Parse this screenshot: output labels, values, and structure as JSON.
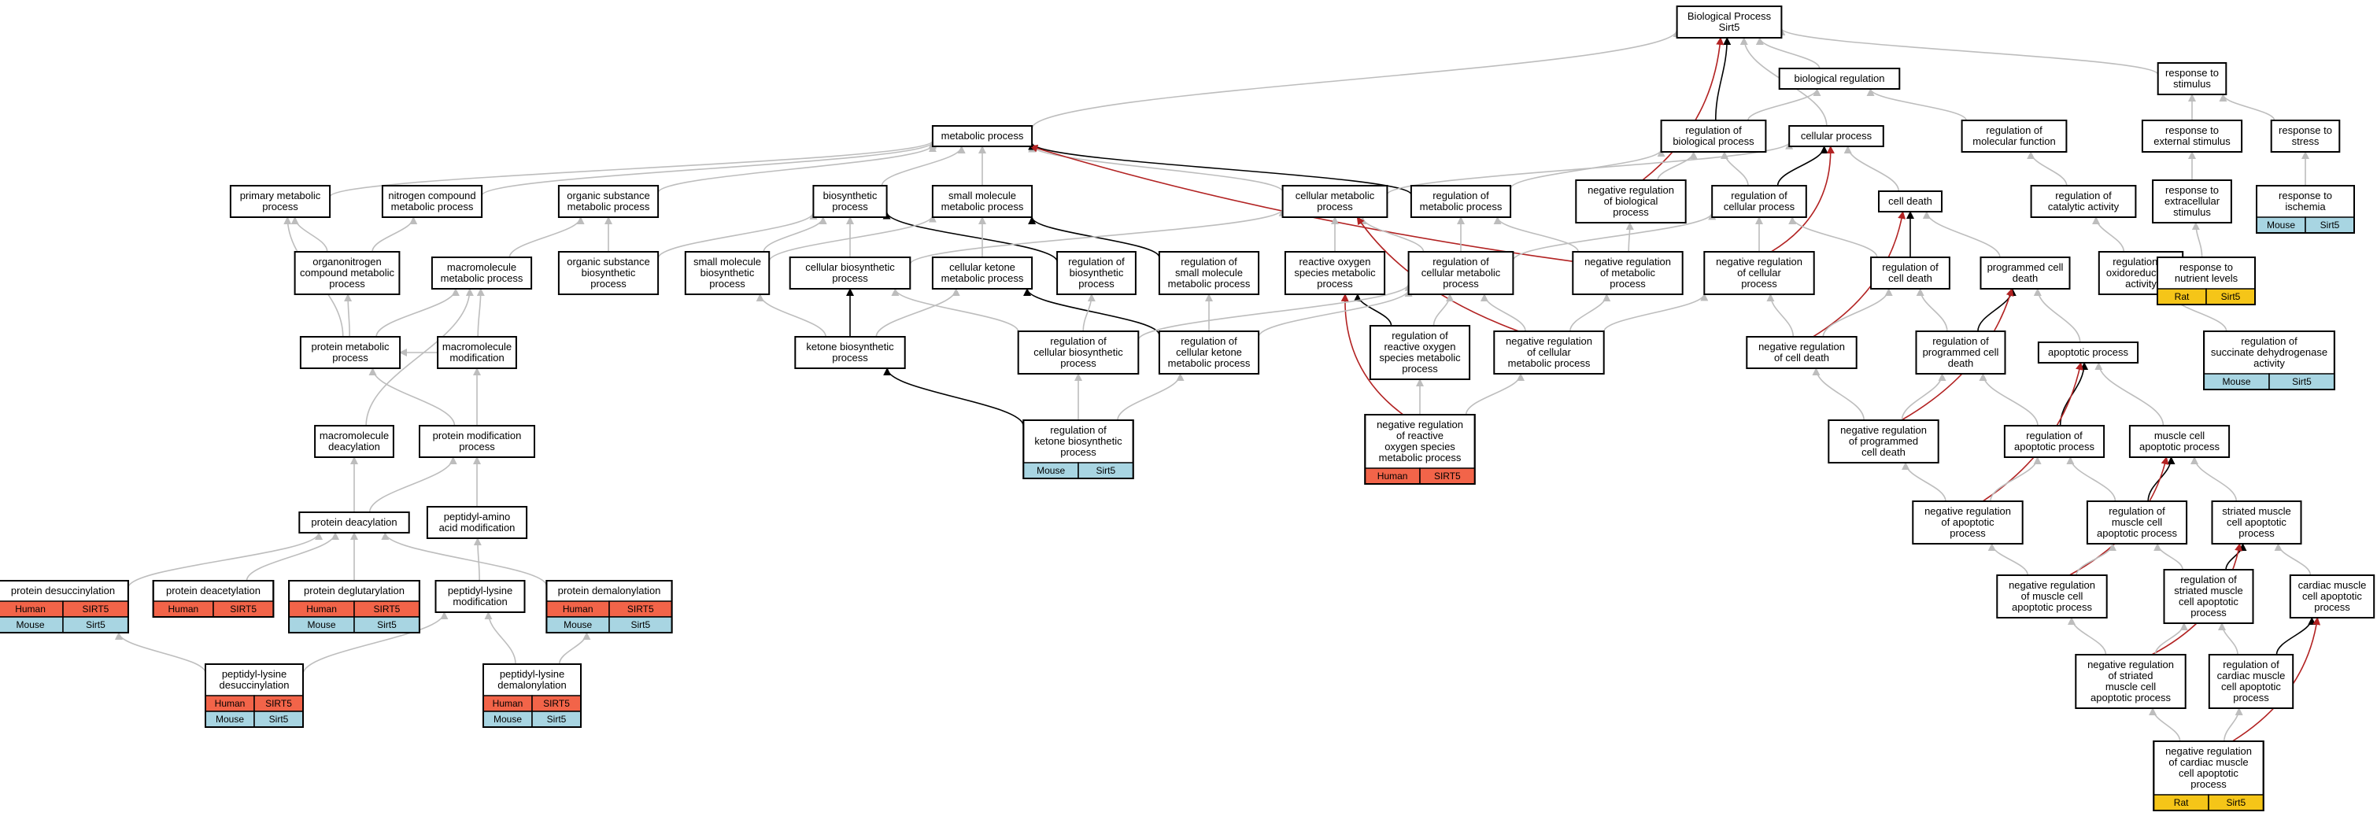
{
  "colors": {
    "edge_gray": "#bdbdbd",
    "edge_black": "#000000",
    "edge_red": "#b22222",
    "human": "#f26449",
    "mouse": "#a8d5e2",
    "rat": "#f5c518"
  },
  "nodes": [
    {
      "id": "bp",
      "lines": [
        "Biological Process",
        "Sirt5"
      ]
    },
    {
      "id": "bio_reg",
      "lines": [
        "biological regulation"
      ]
    },
    {
      "id": "resp_stim",
      "lines": [
        "response to",
        "stimulus"
      ]
    },
    {
      "id": "metabolic",
      "lines": [
        "metabolic process"
      ]
    },
    {
      "id": "reg_bio",
      "lines": [
        "regulation of",
        "biological process"
      ]
    },
    {
      "id": "cellular",
      "lines": [
        "cellular process"
      ]
    },
    {
      "id": "reg_mol_fn",
      "lines": [
        "regulation of",
        "molecular function"
      ]
    },
    {
      "id": "resp_ext",
      "lines": [
        "response to",
        "external stimulus"
      ]
    },
    {
      "id": "resp_stress",
      "lines": [
        "response to",
        "stress"
      ]
    },
    {
      "id": "primary",
      "lines": [
        "primary metabolic",
        "process"
      ]
    },
    {
      "id": "nitrogen",
      "lines": [
        "nitrogen compound",
        "metabolic process"
      ]
    },
    {
      "id": "org_sub",
      "lines": [
        "organic substance",
        "metabolic process"
      ]
    },
    {
      "id": "biosyn",
      "lines": [
        "biosynthetic",
        "process"
      ]
    },
    {
      "id": "small_mol",
      "lines": [
        "small molecule",
        "metabolic process"
      ]
    },
    {
      "id": "cell_met",
      "lines": [
        "cellular metabolic",
        "process"
      ]
    },
    {
      "id": "reg_met",
      "lines": [
        "regulation of",
        "metabolic process"
      ]
    },
    {
      "id": "neg_reg_bio",
      "lines": [
        "negative regulation",
        "of biological",
        "process"
      ]
    },
    {
      "id": "reg_cell_proc",
      "lines": [
        "regulation of",
        "cellular process"
      ]
    },
    {
      "id": "cell_death",
      "lines": [
        "cell death"
      ]
    },
    {
      "id": "reg_cat",
      "lines": [
        "regulation of",
        "catalytic activity"
      ]
    },
    {
      "id": "resp_extra",
      "lines": [
        "response to",
        "extracellular",
        "stimulus"
      ]
    },
    {
      "id": "resp_isch",
      "lines": [
        "response to",
        "ischemia"
      ],
      "tags": [
        [
          "Mouse",
          "Sirt5"
        ]
      ]
    },
    {
      "id": "organonitro",
      "lines": [
        "organonitrogen",
        "compound metabolic",
        "process"
      ]
    },
    {
      "id": "macro_met",
      "lines": [
        "macromolecule",
        "metabolic process"
      ]
    },
    {
      "id": "org_biosyn",
      "lines": [
        "organic substance",
        "biosynthetic",
        "process"
      ]
    },
    {
      "id": "small_biosyn",
      "lines": [
        "small molecule",
        "biosynthetic",
        "process"
      ]
    },
    {
      "id": "cell_biosyn",
      "lines": [
        "cellular biosynthetic",
        "process"
      ]
    },
    {
      "id": "ketone_met",
      "lines": [
        "cellular ketone",
        "metabolic process"
      ]
    },
    {
      "id": "reg_biosyn",
      "lines": [
        "regulation of",
        "biosynthetic",
        "process"
      ]
    },
    {
      "id": "reg_small",
      "lines": [
        "regulation of",
        "small molecule",
        "metabolic process"
      ]
    },
    {
      "id": "ros_met",
      "lines": [
        "reactive oxygen",
        "species metabolic",
        "process"
      ]
    },
    {
      "id": "reg_cell_met",
      "lines": [
        "regulation of",
        "cellular metabolic",
        "process"
      ]
    },
    {
      "id": "neg_reg_met",
      "lines": [
        "negative regulation",
        "of metabolic",
        "process"
      ]
    },
    {
      "id": "neg_reg_cell",
      "lines": [
        "negative regulation",
        "of cellular",
        "process"
      ]
    },
    {
      "id": "reg_cell_death",
      "lines": [
        "regulation of",
        "cell death"
      ]
    },
    {
      "id": "pcd",
      "lines": [
        "programmed cell",
        "death"
      ]
    },
    {
      "id": "reg_oxred",
      "lines": [
        "regulation of",
        "oxidoreductase",
        "activity"
      ]
    },
    {
      "id": "resp_nutr",
      "lines": [
        "response to",
        "nutrient levels"
      ],
      "tags": [
        [
          "Rat",
          "Sirt5"
        ]
      ]
    },
    {
      "id": "prot_met",
      "lines": [
        "protein metabolic",
        "process"
      ]
    },
    {
      "id": "macro_mod",
      "lines": [
        "macromolecule",
        "modification"
      ]
    },
    {
      "id": "ketone_biosyn",
      "lines": [
        "ketone biosynthetic",
        "process"
      ]
    },
    {
      "id": "reg_cell_biosyn",
      "lines": [
        "regulation of",
        "cellular biosynthetic",
        "process"
      ]
    },
    {
      "id": "reg_ketone_met",
      "lines": [
        "regulation of",
        "cellular ketone",
        "metabolic process"
      ]
    },
    {
      "id": "reg_ros",
      "lines": [
        "regulation of",
        "reactive oxygen",
        "species metabolic",
        "process"
      ]
    },
    {
      "id": "neg_reg_cell_met",
      "lines": [
        "negative regulation",
        "of cellular",
        "metabolic process"
      ]
    },
    {
      "id": "neg_reg_cell_death",
      "lines": [
        "negative regulation",
        "of cell death"
      ]
    },
    {
      "id": "reg_pcd",
      "lines": [
        "regulation of",
        "programmed cell",
        "death"
      ]
    },
    {
      "id": "apoptotic",
      "lines": [
        "apoptotic process"
      ]
    },
    {
      "id": "reg_sdh",
      "lines": [
        "regulation of",
        "succinate dehydrogenase",
        "activity"
      ],
      "tags": [
        [
          "Mouse",
          "Sirt5"
        ]
      ]
    },
    {
      "id": "macro_deacyl",
      "lines": [
        "macromolecule",
        "deacylation"
      ]
    },
    {
      "id": "prot_mod",
      "lines": [
        "protein modification",
        "process"
      ]
    },
    {
      "id": "reg_ketone_biosyn",
      "lines": [
        "regulation of",
        "ketone biosynthetic",
        "process"
      ],
      "tags": [
        [
          "Mouse",
          "Sirt5"
        ]
      ]
    },
    {
      "id": "neg_reg_ros",
      "lines": [
        "negative regulation",
        "of reactive",
        "oxygen species",
        "metabolic process"
      ],
      "tags": [
        [
          "Human",
          "SIRT5"
        ]
      ]
    },
    {
      "id": "neg_reg_pcd",
      "lines": [
        "negative regulation",
        "of programmed",
        "cell death"
      ]
    },
    {
      "id": "reg_apop",
      "lines": [
        "regulation of",
        "apoptotic process"
      ]
    },
    {
      "id": "muscle_apop",
      "lines": [
        "muscle cell",
        "apoptotic process"
      ]
    },
    {
      "id": "prot_deacyl",
      "lines": [
        "protein deacylation"
      ]
    },
    {
      "id": "peptidyl_aa",
      "lines": [
        "peptidyl-amino",
        "acid modification"
      ]
    },
    {
      "id": "neg_reg_apop",
      "lines": [
        "negative regulation",
        "of apoptotic",
        "process"
      ]
    },
    {
      "id": "reg_muscle_apop",
      "lines": [
        "regulation of",
        "muscle cell",
        "apoptotic process"
      ]
    },
    {
      "id": "striated_apop",
      "lines": [
        "striated muscle",
        "cell apoptotic",
        "process"
      ]
    },
    {
      "id": "prot_desucc",
      "lines": [
        "protein desuccinylation"
      ],
      "tags": [
        [
          "Human",
          "SIRT5"
        ],
        [
          "Mouse",
          "Sirt5"
        ]
      ]
    },
    {
      "id": "prot_deacet",
      "lines": [
        "protein deacetylation"
      ],
      "tags": [
        [
          "Human",
          "SIRT5"
        ]
      ]
    },
    {
      "id": "prot_deglut",
      "lines": [
        "protein deglutarylation"
      ],
      "tags": [
        [
          "Human",
          "SIRT5"
        ],
        [
          "Mouse",
          "Sirt5"
        ]
      ]
    },
    {
      "id": "pep_lys_mod",
      "lines": [
        "peptidyl-lysine",
        "modification"
      ]
    },
    {
      "id": "prot_demal",
      "lines": [
        "protein demalonylation"
      ],
      "tags": [
        [
          "Human",
          "SIRT5"
        ],
        [
          "Mouse",
          "Sirt5"
        ]
      ]
    },
    {
      "id": "neg_reg_muscle_apop",
      "lines": [
        "negative regulation",
        "of muscle cell",
        "apoptotic process"
      ]
    },
    {
      "id": "reg_striated_apop",
      "lines": [
        "regulation of",
        "striated muscle",
        "cell apoptotic",
        "process"
      ]
    },
    {
      "id": "cardiac_apop",
      "lines": [
        "cardiac muscle",
        "cell apoptotic",
        "process"
      ]
    },
    {
      "id": "pep_lys_desucc",
      "lines": [
        "peptidyl-lysine",
        "desuccinylation"
      ],
      "tags": [
        [
          "Human",
          "SIRT5"
        ],
        [
          "Mouse",
          "Sirt5"
        ]
      ]
    },
    {
      "id": "pep_lys_demal",
      "lines": [
        "peptidyl-lysine",
        "demalonylation"
      ],
      "tags": [
        [
          "Human",
          "SIRT5"
        ],
        [
          "Mouse",
          "Sirt5"
        ]
      ]
    },
    {
      "id": "neg_reg_striated_apop",
      "lines": [
        "negative regulation",
        "of striated",
        "muscle cell",
        "apoptotic process"
      ]
    },
    {
      "id": "reg_cardiac_apop",
      "lines": [
        "regulation of",
        "cardiac muscle",
        "cell apoptotic",
        "process"
      ]
    },
    {
      "id": "neg_reg_cardiac_apop",
      "lines": [
        "negative regulation",
        "of cardiac muscle",
        "cell apoptotic",
        "process"
      ],
      "tags": [
        [
          "Rat",
          "Sirt5"
        ]
      ]
    }
  ],
  "edges": [
    [
      "bio_reg",
      "bp",
      "g"
    ],
    [
      "resp_stim",
      "bp",
      "g"
    ],
    [
      "metabolic",
      "bp",
      "g"
    ],
    [
      "reg_bio",
      "bp",
      "k"
    ],
    [
      "cellular",
      "bp",
      "g"
    ],
    [
      "neg_reg_bio",
      "bp",
      "r"
    ],
    [
      "reg_bio",
      "bio_reg",
      "g"
    ],
    [
      "reg_mol_fn",
      "bio_reg",
      "g"
    ],
    [
      "resp_ext",
      "resp_stim",
      "g"
    ],
    [
      "resp_stress",
      "resp_stim",
      "g"
    ],
    [
      "primary",
      "metabolic",
      "g"
    ],
    [
      "nitrogen",
      "metabolic",
      "g"
    ],
    [
      "org_sub",
      "metabolic",
      "g"
    ],
    [
      "biosyn",
      "metabolic",
      "g"
    ],
    [
      "small_mol",
      "metabolic",
      "g"
    ],
    [
      "cell_met",
      "metabolic",
      "g"
    ],
    [
      "reg_met",
      "metabolic",
      "k"
    ],
    [
      "neg_reg_met",
      "metabolic",
      "r"
    ],
    [
      "neg_reg_bio",
      "reg_bio",
      "g"
    ],
    [
      "reg_cell_proc",
      "reg_bio",
      "g"
    ],
    [
      "reg_met",
      "reg_bio",
      "g"
    ],
    [
      "cell_met",
      "cellular",
      "g"
    ],
    [
      "reg_cell_proc",
      "cellular",
      "k"
    ],
    [
      "cell_death",
      "cellular",
      "g"
    ],
    [
      "neg_reg_cell",
      "cellular",
      "r"
    ],
    [
      "reg_cat",
      "reg_mol_fn",
      "g"
    ],
    [
      "resp_extra",
      "resp_ext",
      "g"
    ],
    [
      "resp_isch",
      "resp_stress",
      "g"
    ],
    [
      "organonitro",
      "primary",
      "g"
    ],
    [
      "prot_met",
      "primary",
      "g"
    ],
    [
      "organonitro",
      "nitrogen",
      "g"
    ],
    [
      "macro_met",
      "org_sub",
      "g"
    ],
    [
      "org_biosyn",
      "org_sub",
      "g"
    ],
    [
      "org_biosyn",
      "biosyn",
      "g"
    ],
    [
      "small_biosyn",
      "biosyn",
      "g"
    ],
    [
      "cell_biosyn",
      "biosyn",
      "g"
    ],
    [
      "reg_biosyn",
      "biosyn",
      "k"
    ],
    [
      "small_biosyn",
      "small_mol",
      "g"
    ],
    [
      "ketone_met",
      "small_mol",
      "g"
    ],
    [
      "reg_small",
      "small_mol",
      "k"
    ],
    [
      "ros_met",
      "cell_met",
      "g"
    ],
    [
      "reg_cell_met",
      "cell_met",
      "g"
    ],
    [
      "cell_biosyn",
      "cell_met",
      "g"
    ],
    [
      "neg_reg_cell_met",
      "cell_met",
      "r"
    ],
    [
      "reg_cell_met",
      "reg_met",
      "g"
    ],
    [
      "neg_reg_met",
      "reg_met",
      "g"
    ],
    [
      "neg_reg_met",
      "neg_reg_bio",
      "g"
    ],
    [
      "neg_reg_cell",
      "reg_cell_proc",
      "g"
    ],
    [
      "reg_cell_met",
      "reg_cell_proc",
      "g"
    ],
    [
      "reg_cell_death",
      "reg_cell_proc",
      "g"
    ],
    [
      "reg_cell_death",
      "cell_death",
      "k"
    ],
    [
      "pcd",
      "cell_death",
      "g"
    ],
    [
      "neg_reg_cell_death",
      "cell_death",
      "r"
    ],
    [
      "reg_oxred",
      "reg_cat",
      "g"
    ],
    [
      "resp_nutr",
      "resp_extra",
      "g"
    ],
    [
      "prot_met",
      "organonitro",
      "g"
    ],
    [
      "prot_met",
      "macro_met",
      "g"
    ],
    [
      "macro_mod",
      "macro_met",
      "g"
    ],
    [
      "ketone_biosyn",
      "small_biosyn",
      "g"
    ],
    [
      "ketone_biosyn",
      "cell_biosyn",
      "k"
    ],
    [
      "ketone_biosyn",
      "ketone_met",
      "g"
    ],
    [
      "reg_cell_biosyn",
      "cell_biosyn",
      "g"
    ],
    [
      "reg_ketone_met",
      "ketone_met",
      "k"
    ],
    [
      "reg_cell_biosyn",
      "reg_biosyn",
      "g"
    ],
    [
      "reg_ketone_met",
      "reg_small",
      "g"
    ],
    [
      "reg_ros",
      "ros_met",
      "k"
    ],
    [
      "neg_reg_ros",
      "ros_met",
      "r"
    ],
    [
      "reg_cell_biosyn",
      "reg_cell_met",
      "g"
    ],
    [
      "reg_ketone_met",
      "reg_cell_met",
      "g"
    ],
    [
      "reg_ros",
      "reg_cell_met",
      "g"
    ],
    [
      "neg_reg_cell_met",
      "reg_cell_met",
      "g"
    ],
    [
      "neg_reg_cell_met",
      "neg_reg_met",
      "g"
    ],
    [
      "neg_reg_cell_met",
      "neg_reg_cell",
      "g"
    ],
    [
      "neg_reg_cell_death",
      "neg_reg_cell",
      "g"
    ],
    [
      "neg_reg_cell_death",
      "reg_cell_death",
      "g"
    ],
    [
      "reg_pcd",
      "reg_cell_death",
      "g"
    ],
    [
      "reg_pcd",
      "pcd",
      "k"
    ],
    [
      "apoptotic",
      "pcd",
      "g"
    ],
    [
      "neg_reg_pcd",
      "pcd",
      "r"
    ],
    [
      "reg_sdh",
      "reg_oxred",
      "g"
    ],
    [
      "macro_mod",
      "prot_met",
      "g"
    ],
    [
      "prot_mod",
      "prot_met",
      "g"
    ],
    [
      "prot_mod",
      "macro_mod",
      "g"
    ],
    [
      "reg_ketone_biosyn",
      "ketone_biosyn",
      "k"
    ],
    [
      "reg_ketone_biosyn",
      "reg_cell_biosyn",
      "g"
    ],
    [
      "reg_ketone_biosyn",
      "reg_ketone_met",
      "g"
    ],
    [
      "neg_reg_ros",
      "reg_ros",
      "g"
    ],
    [
      "neg_reg_ros",
      "neg_reg_cell_met",
      "g"
    ],
    [
      "neg_reg_pcd",
      "neg_reg_cell_death",
      "g"
    ],
    [
      "neg_reg_pcd",
      "reg_pcd",
      "g"
    ],
    [
      "reg_apop",
      "reg_pcd",
      "g"
    ],
    [
      "reg_apop",
      "apoptotic",
      "k"
    ],
    [
      "muscle_apop",
      "apoptotic",
      "g"
    ],
    [
      "neg_reg_apop",
      "apoptotic",
      "r"
    ],
    [
      "prot_deacyl",
      "macro_deacyl",
      "g"
    ],
    [
      "prot_deacyl",
      "prot_mod",
      "g"
    ],
    [
      "peptidyl_aa",
      "prot_mod",
      "g"
    ],
    [
      "macro_deacyl",
      "macro_met",
      "g"
    ],
    [
      "neg_reg_apop",
      "neg_reg_pcd",
      "g"
    ],
    [
      "neg_reg_apop",
      "reg_apop",
      "g"
    ],
    [
      "reg_muscle_apop",
      "reg_apop",
      "g"
    ],
    [
      "reg_muscle_apop",
      "muscle_apop",
      "k"
    ],
    [
      "striated_apop",
      "muscle_apop",
      "g"
    ],
    [
      "neg_reg_muscle_apop",
      "muscle_apop",
      "r"
    ],
    [
      "prot_desucc",
      "prot_deacyl",
      "g"
    ],
    [
      "prot_deacet",
      "prot_deacyl",
      "g"
    ],
    [
      "prot_deglut",
      "prot_deacyl",
      "g"
    ],
    [
      "prot_demal",
      "prot_deacyl",
      "g"
    ],
    [
      "pep_lys_mod",
      "peptidyl_aa",
      "g"
    ],
    [
      "neg_reg_muscle_apop",
      "neg_reg_apop",
      "g"
    ],
    [
      "neg_reg_muscle_apop",
      "reg_muscle_apop",
      "g"
    ],
    [
      "reg_striated_apop",
      "reg_muscle_apop",
      "g"
    ],
    [
      "reg_striated_apop",
      "striated_apop",
      "k"
    ],
    [
      "cardiac_apop",
      "striated_apop",
      "g"
    ],
    [
      "neg_reg_striated_apop",
      "striated_apop",
      "r"
    ],
    [
      "pep_lys_desucc",
      "prot_desucc",
      "g"
    ],
    [
      "pep_lys_desucc",
      "pep_lys_mod",
      "g"
    ],
    [
      "pep_lys_demal",
      "pep_lys_mod",
      "g"
    ],
    [
      "pep_lys_demal",
      "prot_demal",
      "g"
    ],
    [
      "neg_reg_striated_apop",
      "neg_reg_muscle_apop",
      "g"
    ],
    [
      "neg_reg_striated_apop",
      "reg_striated_apop",
      "g"
    ],
    [
      "reg_cardiac_apop",
      "reg_striated_apop",
      "g"
    ],
    [
      "reg_cardiac_apop",
      "cardiac_apop",
      "k"
    ],
    [
      "neg_reg_cardiac_apop",
      "cardiac_apop",
      "r"
    ],
    [
      "neg_reg_cardiac_apop",
      "neg_reg_striated_apop",
      "g"
    ],
    [
      "neg_reg_cardiac_apop",
      "reg_cardiac_apop",
      "g"
    ]
  ]
}
